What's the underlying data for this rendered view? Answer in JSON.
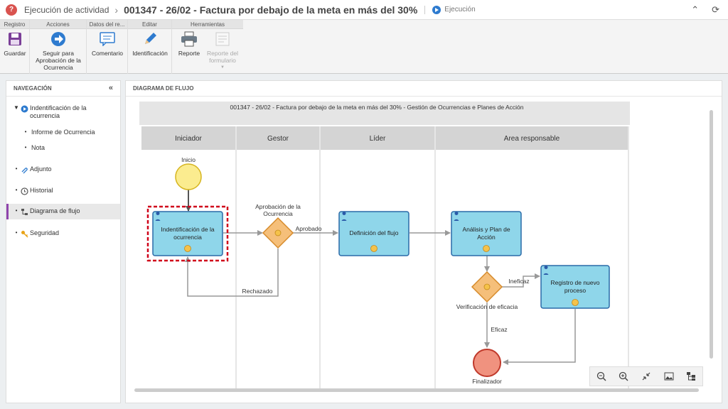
{
  "titlebar": {
    "app_name": "Ejecución de actividad",
    "record_title": "001347 - 26/02 - Factura por debajo de la meta en más del 30%",
    "status": "Ejecución"
  },
  "ribbon": {
    "groups": [
      {
        "title": "Registro"
      },
      {
        "title": "Acciones"
      },
      {
        "title": "Datos del re..."
      },
      {
        "title": "Editar"
      },
      {
        "title": "Herramientas"
      }
    ],
    "buttons": {
      "save": "Guardar",
      "follow_line1": "Seguir para",
      "follow_line2": "Aprobación de la",
      "follow_line3": "Ocurrencia",
      "comment": "Comentario",
      "identification": "Identificación",
      "report": "Reporte",
      "form_report_line1": "Reporte del",
      "form_report_line2": "formulario"
    }
  },
  "navigation": {
    "header": "NAVEGACIÓN",
    "items": [
      {
        "label_line1": "Indentificación de la",
        "label_line2": "ocurrencia"
      },
      {
        "label": "Informe de Ocurrencia"
      },
      {
        "label": "Nota"
      },
      {
        "label": "Adjunto"
      },
      {
        "label": "Historial"
      },
      {
        "label": "Diagrama de flujo"
      },
      {
        "label": "Seguridad"
      }
    ]
  },
  "main": {
    "header": "DIAGRAMA DE FLUJO"
  },
  "diagram": {
    "pool_title": "001347 - 26/02 - Factura por debajo de la meta en más del 30% - Gestión de Ocurrencias e Planes de Acción",
    "lanes": [
      "Iniciador",
      "Gestor",
      "Líder",
      "Area responsable"
    ],
    "start_label": "Inicio",
    "end_label": "Finalizador",
    "tasks": {
      "identificacion_line1": "Indentificación de la",
      "identificacion_line2": "ocurrencia",
      "definicion": "Definición del flujo",
      "analisis_line1": "Análisis y Plan de",
      "analisis_line2": "Acción",
      "registro_line1": "Registro de nuevo",
      "registro_line2": "proceso"
    },
    "gateways": {
      "aprobacion_line1": "Aprobación de la",
      "aprobacion_line2": "Ocurrencia",
      "verificacion": "Verificación de eficacia"
    },
    "flows": {
      "aprobado": "Aprobado",
      "rechazado": "Rechazado",
      "ineficaz": "Ineficaz",
      "eficaz": "Eficaz"
    }
  },
  "colors": {
    "task_fill": "#8fd6ea",
    "task_stroke": "#2a6aa8",
    "gateway_fill": "#f5bf7a",
    "start_fill": "#fbec8f",
    "end_fill": "#f0927f",
    "selection": "#d0021b",
    "accent": "#2e7bcf"
  }
}
